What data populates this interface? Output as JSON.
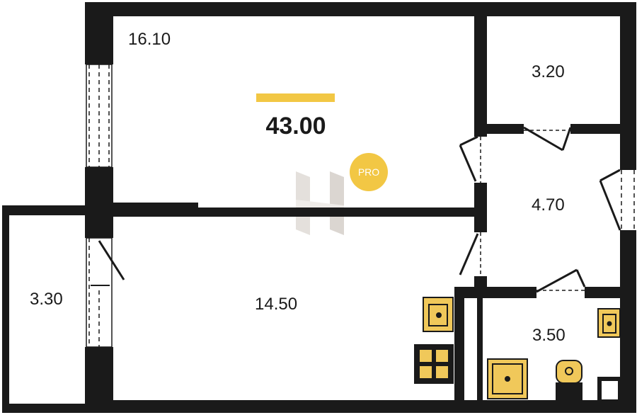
{
  "plan": {
    "total_area": "43.00",
    "badge": "PRO",
    "rooms": [
      {
        "id": "living",
        "area": "16.10"
      },
      {
        "id": "storage",
        "area": "3.20"
      },
      {
        "id": "hall",
        "area": "4.70"
      },
      {
        "id": "balcony",
        "area": "3.30"
      },
      {
        "id": "kitchen",
        "area": "14.50"
      },
      {
        "id": "bathroom",
        "area": "3.50"
      }
    ]
  },
  "colors": {
    "wall": "#1a1a1a",
    "accent": "#f2c744",
    "fixture_fill": "#f0c85a",
    "fixture_stroke": "#1a1a1a",
    "watermark": "#d9d4cf"
  }
}
